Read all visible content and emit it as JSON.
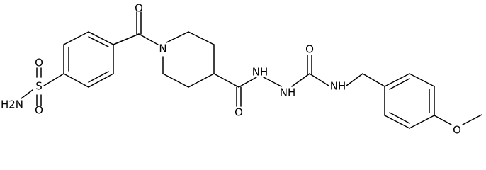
{
  "molecule": {
    "atoms": {
      "o_ketone": "O",
      "n_piperidine": "N",
      "o_sulfonyl_top": "O",
      "s_sulfonyl": "S",
      "o_sulfonyl_bottom": "O",
      "nh2_sulfonamide": "H2N",
      "o_urea": "O",
      "nh_hydrazide_1": "NH",
      "nh_urea": "NH",
      "nh_hydrazide_2": "NH",
      "o_hydrazide": "O",
      "o_methoxy": "O"
    },
    "colors": {
      "bond": "#000000",
      "label": "#000000",
      "background": "#ffffff"
    }
  }
}
